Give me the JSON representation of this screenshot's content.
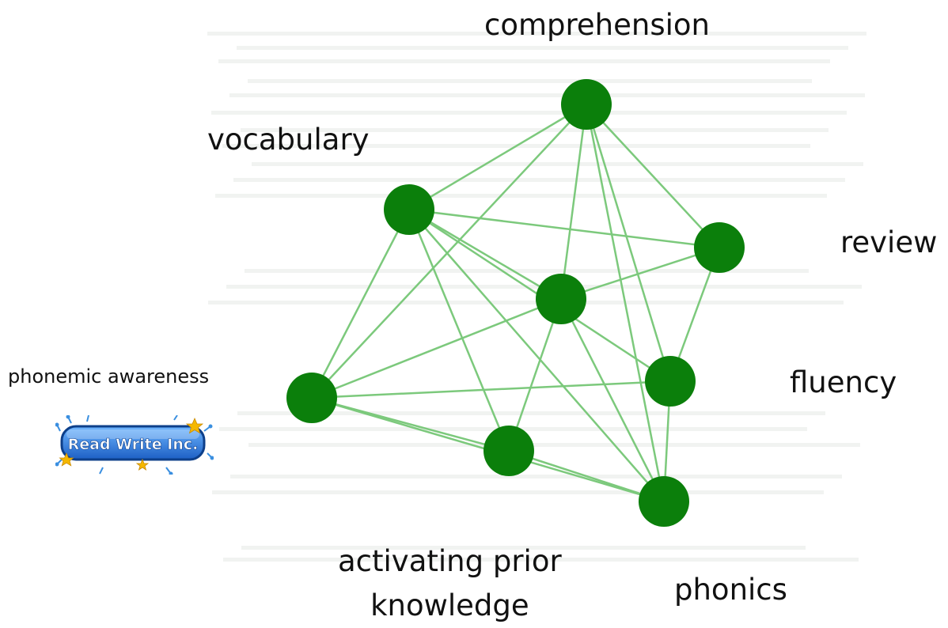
{
  "diagram": {
    "labels": {
      "comprehension": "comprehension",
      "vocabulary": "vocabulary",
      "review": "review",
      "phonemic_awareness": "phonemic awareness",
      "fluency": "fluency",
      "activating_prior_knowledge_line1": "activating prior",
      "activating_prior_knowledge_line2": "knowledge",
      "phonics": "phonics"
    },
    "logo_text": "Read Write Inc.",
    "colors": {
      "node": "#0b7f0b",
      "edge": "#7cc97c",
      "logo_blue": "#1f6fd0",
      "logo_star": "#f5b800"
    }
  }
}
